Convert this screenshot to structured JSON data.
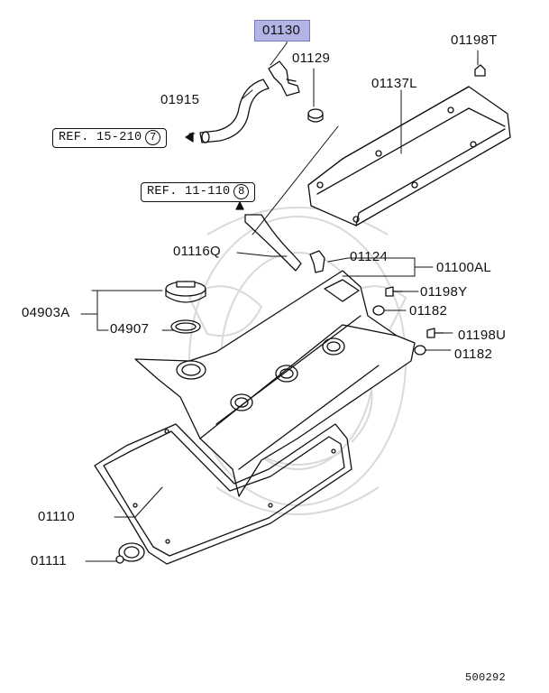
{
  "diagram": {
    "highlight_color": "#b3b3e6",
    "line_color": "#111111",
    "watermark_color": "#d9d9d9",
    "parts": {
      "p01130": "01130",
      "p01129": "01129",
      "p01198T": "01198T",
      "p01137L": "01137L",
      "p01915": "01915",
      "p01116Q": "01116Q",
      "p01124": "01124",
      "p01100AL": "01100AL",
      "p04903A": "04903A",
      "p04907": "04907",
      "p01198Y": "01198Y",
      "p01182a": "01182",
      "p01198U": "01198U",
      "p01182b": "01182",
      "p01110": "01110",
      "p01111": "01111"
    },
    "refs": {
      "ref1_text": "REF. 15-210",
      "ref1_num": "7",
      "ref2_text": "REF. 11-110",
      "ref2_num": "8"
    },
    "footer_code": "500292"
  }
}
